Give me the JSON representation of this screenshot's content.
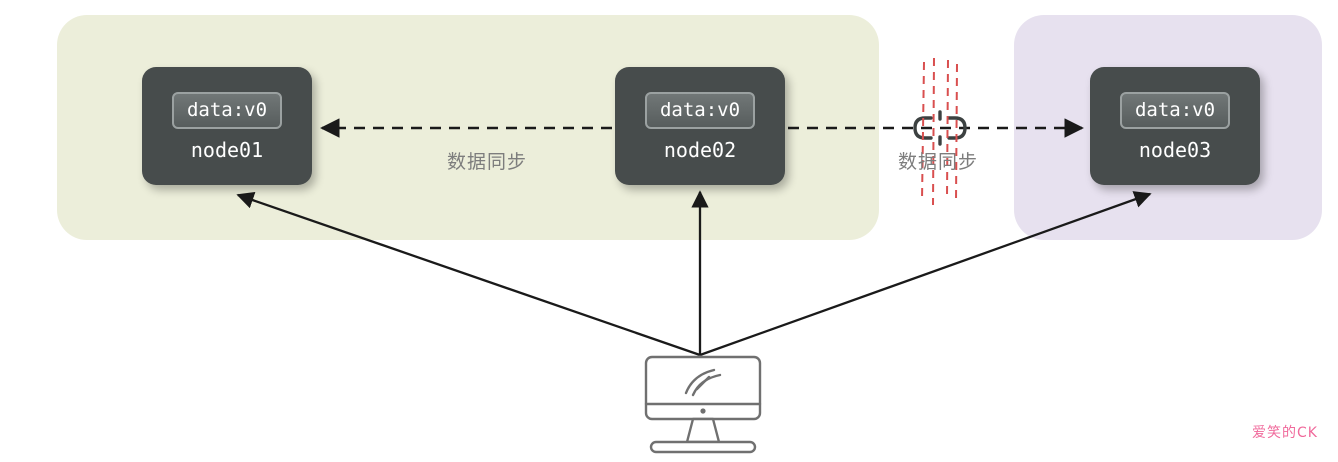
{
  "title": "replica data sync diagram",
  "zones": [
    {
      "id": "healthy-zone",
      "color": "#eceeda"
    },
    {
      "id": "partitioned-zone",
      "color": "#e7e1ef"
    }
  ],
  "nodes": [
    {
      "id": "node01",
      "data_label": "data:v0",
      "name": "node01"
    },
    {
      "id": "node02",
      "data_label": "data:v0",
      "name": "node02"
    },
    {
      "id": "node03",
      "data_label": "data:v0",
      "name": "node03"
    }
  ],
  "links": [
    {
      "label": "数据同步",
      "status": "connected"
    },
    {
      "label": "数据同步",
      "status": "broken"
    }
  ],
  "icons": {
    "broken_link": "broken-chain-icon",
    "partition": "red-dashed-partition-lines",
    "client": "monitor-with-pen-icon"
  },
  "colors": {
    "node_bg": "#474c4c",
    "arrow": "#1a1a1a",
    "partition_red": "#d94f4f",
    "sync_text": "#7d7d7d",
    "watermark": "#f0699b"
  },
  "watermark": {
    "text": "爱笑的CK"
  }
}
